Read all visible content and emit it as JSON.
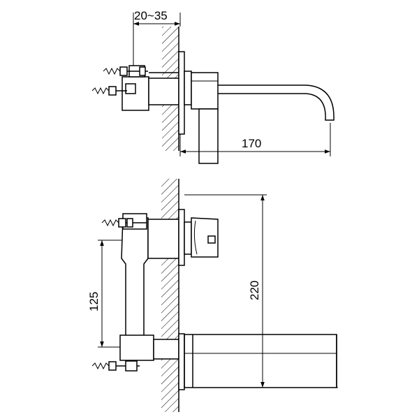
{
  "dimensions": {
    "wall_thickness": "20~35",
    "spout_length": "170",
    "inlet_spacing": "125",
    "total_height": "220"
  }
}
